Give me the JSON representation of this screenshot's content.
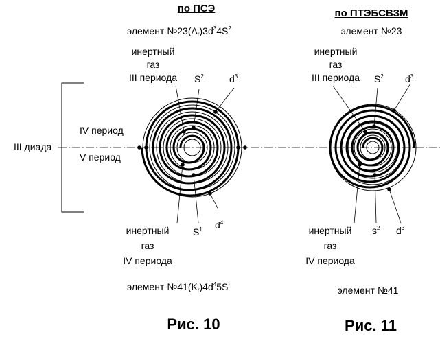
{
  "fig10": {
    "heading": "по ПСЭ",
    "element_top": {
      "prefix": "элемент №23(A",
      "sub": "r",
      "mid1": ")3d",
      "sup1": "3",
      "mid2": "4S",
      "sup2": "2"
    },
    "noble_top": [
      "инертный",
      "газ",
      "III периода"
    ],
    "s_label": "S",
    "s_sup": "2",
    "d_label": "d",
    "d_sup": "3",
    "period4": "IV период",
    "period5": "V период",
    "noble_bottom": [
      "инертный",
      "газ",
      "IV периода"
    ],
    "s_bottom_label": "S",
    "s_bottom_sup": "1",
    "d_bottom_label": "d",
    "d_bottom_sup": "4",
    "element_bottom": {
      "prefix": "элемент №41(K",
      "sub": "r",
      "mid1": ")4d",
      "sup1": "4",
      "mid2": "5S'"
    },
    "caption": "Рис. 10"
  },
  "dyad_label": "III диада",
  "fig11": {
    "heading": "по ПТЭБСВЗМ",
    "element_top": "элемент №23",
    "noble_top": [
      "инертный",
      "газ",
      "III периода"
    ],
    "s_label": "S",
    "s_sup": "2",
    "d_label": "d",
    "d_sup": "3",
    "noble_bottom": [
      "инертный",
      "газ",
      "IV периода"
    ],
    "s_bottom_label": "s",
    "s_bottom_sup": "2",
    "d_bottom_label": "d",
    "d_bottom_sup": "3",
    "element_bottom": "элемент №41",
    "caption": "Рис. 11"
  }
}
